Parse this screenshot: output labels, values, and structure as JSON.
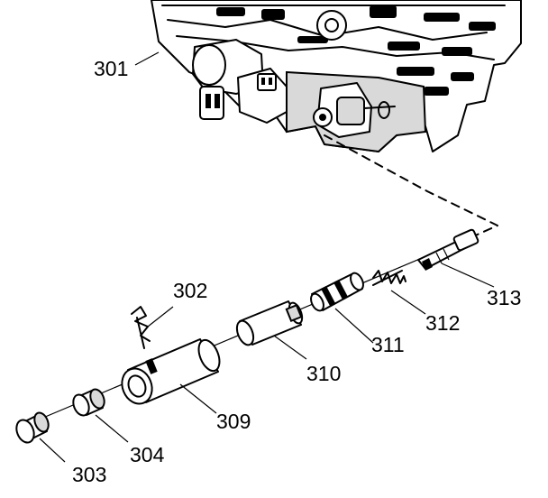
{
  "diagram": {
    "type": "exploded-parts-view",
    "callouts": [
      {
        "id": "301",
        "label": "301"
      },
      {
        "id": "302",
        "label": "302"
      },
      {
        "id": "303",
        "label": "303"
      },
      {
        "id": "304",
        "label": "304"
      },
      {
        "id": "309",
        "label": "309"
      },
      {
        "id": "310",
        "label": "310"
      },
      {
        "id": "311",
        "label": "311"
      },
      {
        "id": "312",
        "label": "312"
      },
      {
        "id": "313",
        "label": "313"
      }
    ]
  }
}
